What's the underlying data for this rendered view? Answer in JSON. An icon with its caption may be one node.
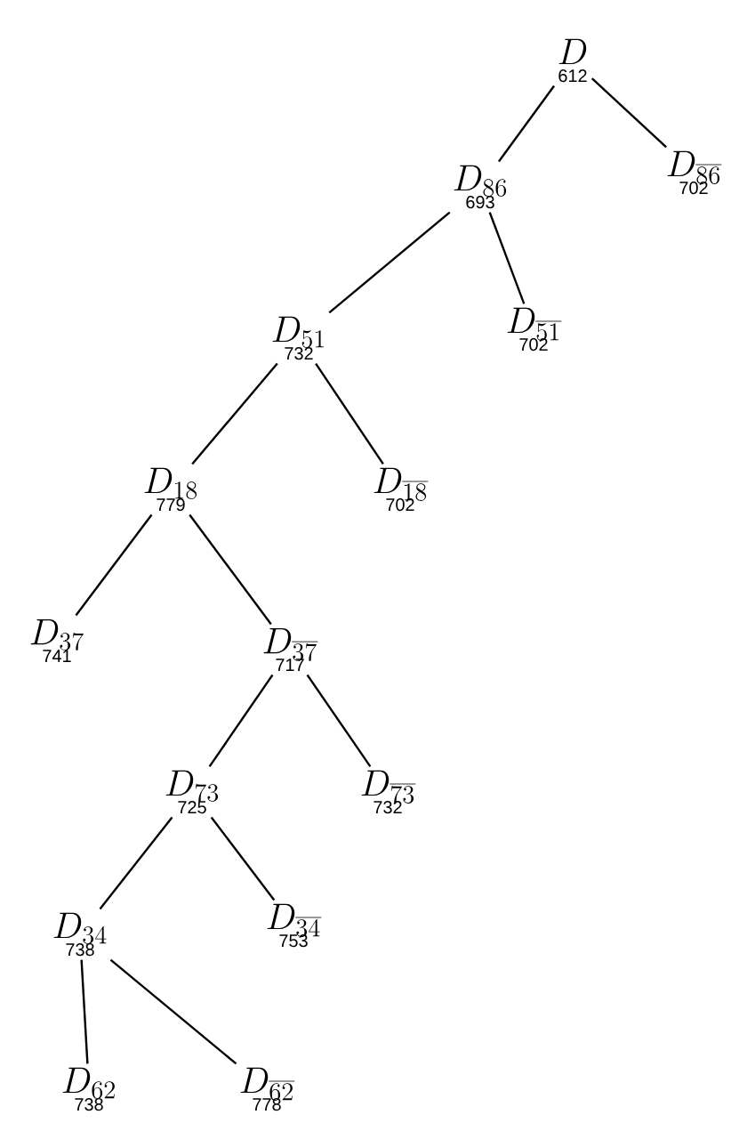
{
  "diagram": {
    "nodes": [
      {
        "text": [
          "D"
        ],
        "beside": [
          "612"
        ]
      },
      {
        "text": [
          "D_{86}"
        ],
        "beside": [
          "693"
        ]
      },
      {
        "text": [
          "D_{\\overline{86}}"
        ],
        "beside": [
          "702"
        ]
      },
      {
        "text": [
          "D_{51}"
        ],
        "beside": [
          "732"
        ]
      },
      {
        "text": [
          "D_{\\overline{51}}"
        ],
        "beside": [
          "702"
        ]
      },
      {
        "text": [
          "D_{18}"
        ],
        "beside": [
          "779"
        ]
      },
      {
        "text": [
          "D_{\\overline{18}}"
        ],
        "beside": [
          "702"
        ]
      },
      {
        "text": [
          "D_{37}"
        ],
        "beside": [
          "741"
        ]
      },
      {
        "text": [
          "D_{\\overline{37}}"
        ],
        "beside": [
          "717"
        ]
      },
      {
        "text": [
          "D_{73}"
        ],
        "beside": [
          "725"
        ]
      },
      {
        "text": [
          "D_{\\overline{73}}"
        ],
        "beside": [
          "732"
        ]
      },
      {
        "text": [
          "D_{34}"
        ],
        "beside": [
          "738"
        ]
      },
      {
        "text": [
          "D_{\\overline{34}}"
        ],
        "beside": [
          "753"
        ]
      },
      {
        "text": [
          "D_{62}"
        ],
        "beside": [
          "738"
        ]
      },
      {
        "text": [
          "D_{\\overline{62}}"
        ],
        "beside": [
          "778"
        ]
      }
    ],
    "edges": [
      {
        "from": 0,
        "to": 1,
        "arrow": "none"
      },
      {
        "from": 0,
        "to": 2,
        "arrow": "none"
      },
      {
        "from": 1,
        "to": 3,
        "arrow": "none"
      },
      {
        "from": 1,
        "to": 4,
        "arrow": "none"
      },
      {
        "from": 3,
        "to": 5,
        "arrow": "none"
      },
      {
        "from": 3,
        "to": 6,
        "arrow": "none"
      },
      {
        "from": 5,
        "to": 7,
        "arrow": "none"
      },
      {
        "from": 5,
        "to": 8,
        "arrow": "none"
      },
      {
        "from": 8,
        "to": 9,
        "arrow": "none"
      },
      {
        "from": 8,
        "to": 10,
        "arrow": "none"
      },
      {
        "from": 9,
        "to": 11,
        "arrow": "none"
      },
      {
        "from": 9,
        "to": 12,
        "arrow": "none"
      },
      {
        "from": 11,
        "to": 13,
        "arrow": "none"
      },
      {
        "from": 11,
        "to": 14,
        "arrow": "none"
      }
    ]
  }
}
